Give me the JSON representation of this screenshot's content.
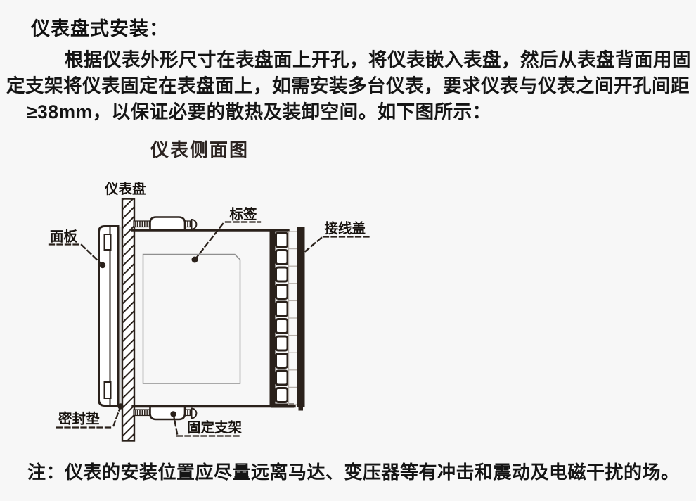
{
  "page": {
    "background": "#f7f7f7",
    "title": "仪表盘式安装：",
    "paragraph_lines": [
      "根据仪表外形尺寸在表盘面上开孔，将仪表嵌入表盘，然后从表盘背面用固",
      "定支架将仪表固定在表盘面上，如需安装多台仪表，要求仪表与仪表之间开孔间距",
      "≥38mm，以保证必要的散热及装卸空间。如下图所示："
    ],
    "note": "注：仪表的安装位置应尽量远离马达、变压器等有冲击和震动及电磁干扰的场。"
  },
  "figure": {
    "heading": "仪表侧面图",
    "labels": {
      "instrument_panel": "仪表盘",
      "front_panel": "面板",
      "sticker": "标签",
      "terminal_cover": "接线盖",
      "gasket": "密封垫",
      "bracket": "固定支架"
    },
    "colors": {
      "line": "#2a211b",
      "gasket_fill": "#d9d9d9",
      "sticker_outline": "#8f8f8f"
    }
  }
}
